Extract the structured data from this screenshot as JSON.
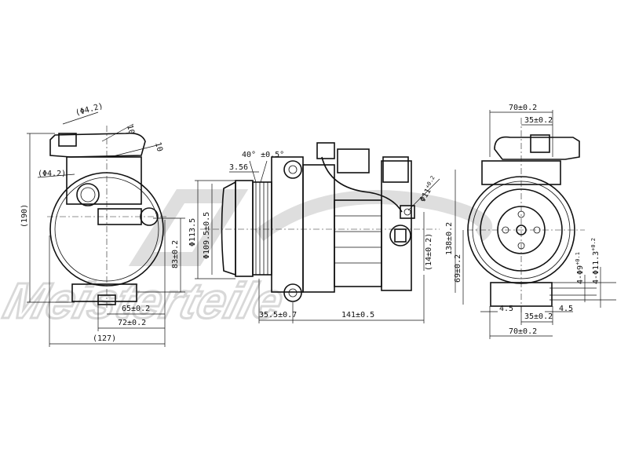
{
  "watermark": {
    "text": "Meisterteile"
  },
  "left_view": {
    "dims": {
      "overall_height": "(190)",
      "connector_dia_top": "(Φ4.2)",
      "connector_dia_side": "(Φ4.2)",
      "offset_a": "10",
      "offset_b": "10",
      "mount_height": "83±0.2",
      "width_65": "65±0.2",
      "width_72": "72±0.2",
      "overall_width": "(127)"
    }
  },
  "side_view": {
    "dims": {
      "groove_angle": "40° ±0.5°",
      "groove_depth": "3.56",
      "pulley_outer_dia": "Φ113.5",
      "pulley_dia": "Φ109.5±0.5",
      "port_dia": "Φ11",
      "port_dia_tol": "+0.2",
      "port_offset": "(14±0.2)",
      "mount_span": "138±0.2",
      "pulley_to_mount": "35.5±0.7",
      "body_length": "141±0.5"
    }
  },
  "end_view": {
    "dims": {
      "top_width": "70±0.2",
      "top_half": "35±0.2",
      "half_height": "69±0.2",
      "edge_left": "4.5",
      "edge_right": "4.5",
      "bottom_half": "35±0.2",
      "bottom_width": "70±0.2",
      "hole_small": "4-Φ9",
      "hole_small_tol": "+0.1",
      "hole_large": "4-Φ11.3",
      "hole_large_tol": "+0.2"
    }
  }
}
